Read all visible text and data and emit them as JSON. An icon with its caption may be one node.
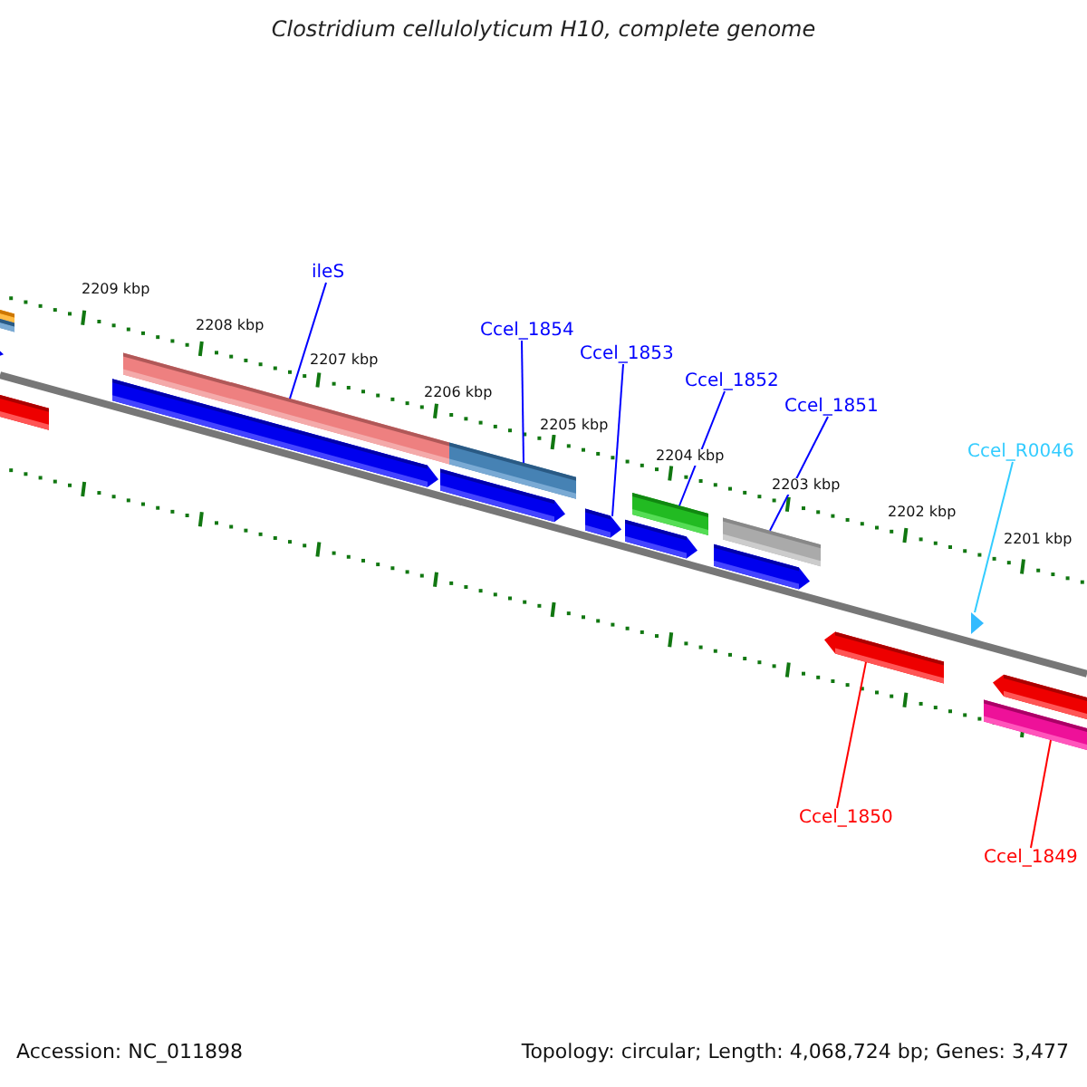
{
  "diagram": {
    "title": "Clostridium cellulolyticum H10, complete genome",
    "nodes": [
      {
        "text": [
          "ileS"
        ]
      },
      {
        "text": [],
        "shape": "bar"
      },
      {
        "text": [
          "Ccel_1854"
        ]
      },
      {
        "text": [],
        "shape": "bar"
      },
      {
        "text": [
          "Ccel_1853"
        ]
      },
      {
        "text": [],
        "shape": "bar"
      },
      {
        "text": [
          "Ccel_1852"
        ]
      },
      {
        "text": [],
        "shape": "bar"
      },
      {
        "text": [
          "Ccel_1851"
        ]
      },
      {
        "text": [],
        "shape": "bar"
      },
      {
        "text": [
          "Ccel_R0046"
        ]
      },
      {
        "text": [],
        "shape": "triangle"
      },
      {
        "text": [
          "Ccel_1850"
        ]
      },
      {
        "text": [],
        "shape": "bar"
      },
      {
        "text": [
          "Ccel_1849"
        ]
      },
      {
        "text": [],
        "shape": "bar"
      }
    ],
    "edges": [
      {
        "from": 0,
        "to": 1,
        "arrow": "none"
      },
      {
        "from": 2,
        "to": 3,
        "arrow": "none"
      },
      {
        "from": 4,
        "to": 5,
        "arrow": "none"
      },
      {
        "from": 6,
        "to": 7,
        "arrow": "none"
      },
      {
        "from": 8,
        "to": 9,
        "arrow": "none"
      },
      {
        "from": 10,
        "to": 11,
        "arrow": "none",
        "color": "#33ccff"
      },
      {
        "from": 12,
        "to": 13,
        "arrow": "none",
        "color": "#ff0000"
      },
      {
        "from": 14,
        "to": 15,
        "arrow": "none",
        "color": "#ff0000"
      }
    ],
    "labels": [
      "2209 kbp",
      "2208 kbp",
      "2207 kbp",
      "2206 kbp",
      "2205 kbp",
      "2204 kbp",
      "2203 kbp",
      "2202 kbp",
      "2201 kbp",
      "Accession: NC_011898",
      "Topology: circular; Length: 4,068,724 bp; Genes: 3,477"
    ]
  }
}
